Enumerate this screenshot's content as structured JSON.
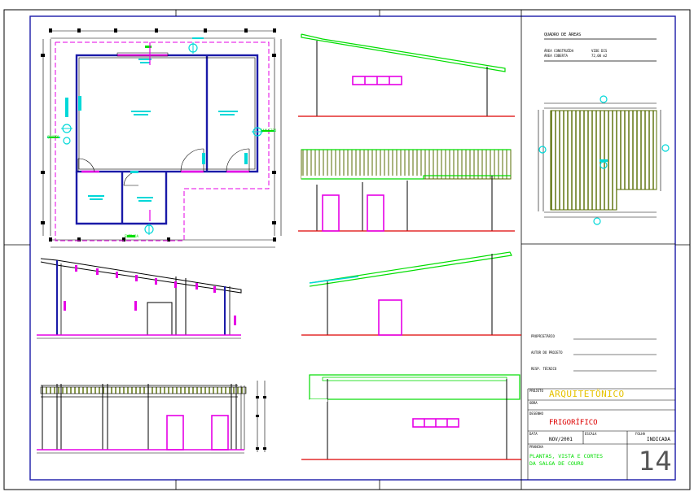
{
  "sheet": {
    "colors": {
      "border": "#1a1aa8",
      "line": "#000000",
      "wall": "#1a1aa8",
      "magenta": "#e600e6",
      "cyan": "#00d8d8",
      "green": "#00dd00",
      "red": "#dd0000",
      "yellow": "#e6c200",
      "olive": "#556b00"
    }
  },
  "plan": {
    "room_label_1": "QUARTO",
    "room_label_2": "BANHEIRO",
    "door_label": "ENTRADA"
  },
  "legend": {
    "title": "QUADRO DE ÁREAS",
    "row1_label": "ÁREA CONSTRUÍDA",
    "row1_value": "VIDE DIS",
    "row2_label": "ÁREA COBERTA",
    "row2_value": "72,00 m2"
  },
  "title_block": {
    "proprietario_label": "PROPRIETÁRIO",
    "autor_label": "AUTOR DO PROJETO",
    "resp_label": "RESP. TÉCNICO",
    "project_field_label": "PROJETO",
    "project_value": "ARQUITETÔNICO",
    "obra_label": "OBRA",
    "desenho_field_label": "DESENHO",
    "desenho_value": "FRIGORÍFICO",
    "data_label": "DATA",
    "data_value": "NOV/2001",
    "escala_label": "ESCALA",
    "folha_label": "FOLHA",
    "escala_value": "INDICADA",
    "conteudo_label": "PRANCHA",
    "conteudo_line1": "PLANTAS, VISTA E CORTES",
    "conteudo_line2": "DA SALGA DE COURO",
    "sheet_number": "14"
  }
}
